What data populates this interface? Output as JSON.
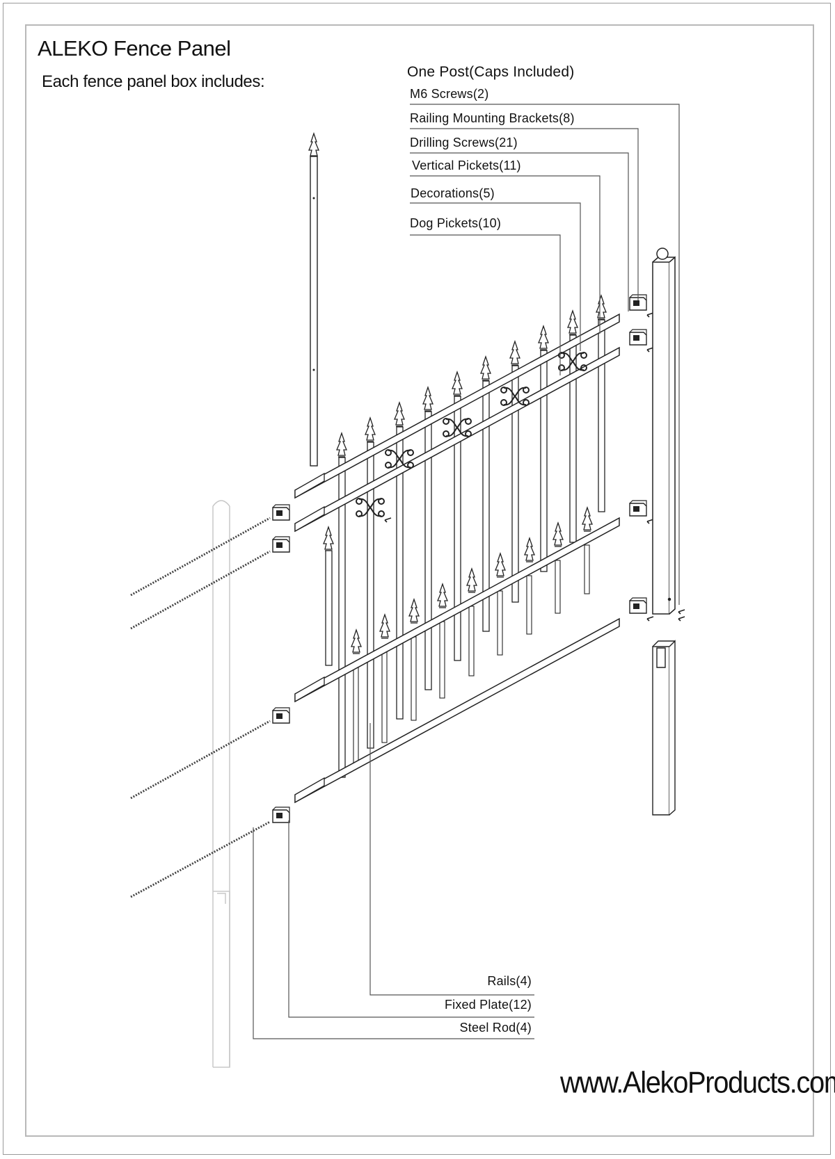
{
  "title": "ALEKO Fence Panel",
  "subtitle": "Each fence panel box includes:",
  "parts_top": [
    {
      "label": "One Post(Caps Included)"
    },
    {
      "label": "M6 Screws(2)"
    },
    {
      "label": "Railing Mounting Brackets(8)"
    },
    {
      "label": "Drilling Screws(21)"
    },
    {
      "label": "Vertical Pickets(11)"
    },
    {
      "label": "Decorations(5)"
    },
    {
      "label": "Dog Pickets(10)"
    }
  ],
  "parts_bottom": [
    {
      "label": "Rails(4)"
    },
    {
      "label": "Fixed Plate(12)"
    },
    {
      "label": "Steel Rod(4)"
    }
  ],
  "website": "www.AlekoProducts.com",
  "colors": {
    "line": "#222222",
    "ghost": "#c8c8c8",
    "frame": "#b8b8b8"
  }
}
